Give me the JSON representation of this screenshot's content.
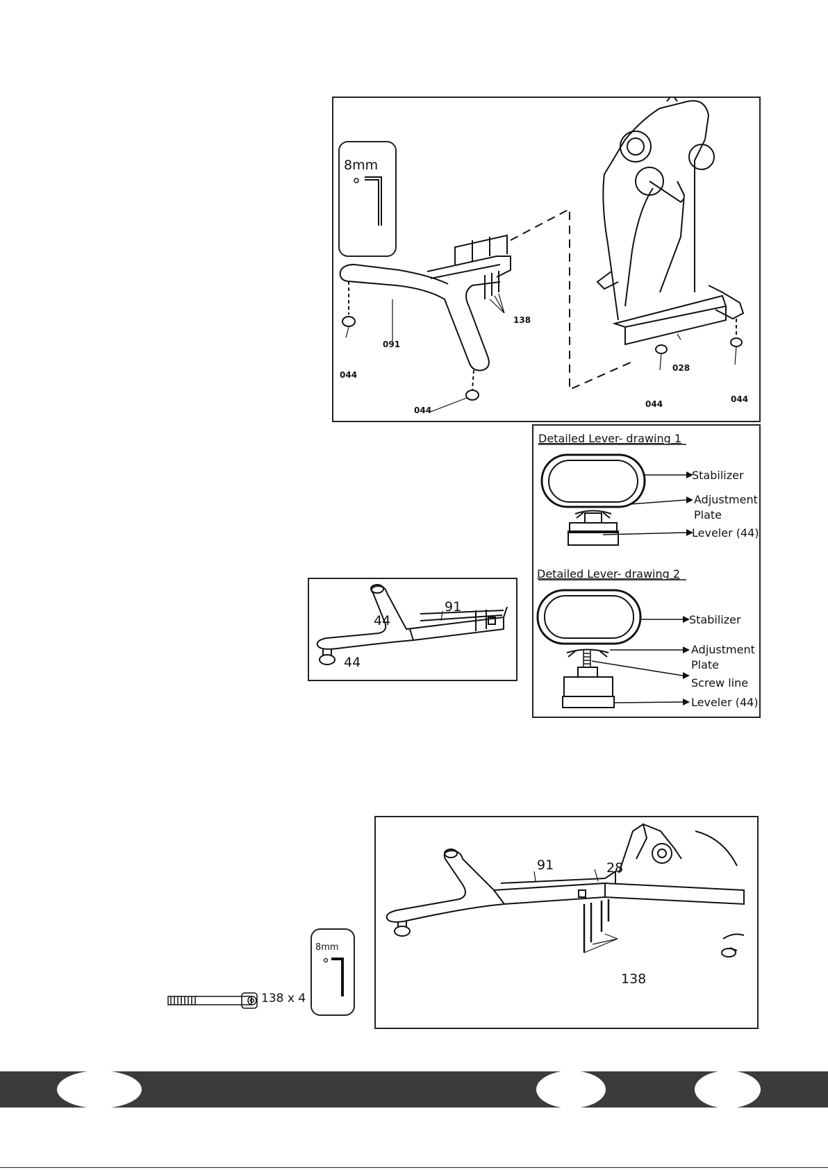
{
  "step1": {
    "tool_size": "8mm",
    "parts": {
      "rear_stabilizer": "091",
      "bolts": "138",
      "frame": "028",
      "leveler_left": "044",
      "leveler_mid": "044",
      "leveler_right_a": "044",
      "leveler_right_b": "044"
    }
  },
  "levers": {
    "drawing1": {
      "title": "Detailed Lever- drawing 1",
      "stabilizer": "Stabilizer",
      "adjustment": "Adjustment",
      "plate": "Plate",
      "leveler": "Leveler (44)"
    },
    "drawing2": {
      "title": "Detailed Lever- drawing 2",
      "stabilizer": "Stabilizer",
      "adjustment": "Adjustment",
      "plate": "Plate",
      "screw_line": "Screw line",
      "leveler": "Leveler (44)"
    }
  },
  "detail_view": {
    "part_91": "91",
    "leveler_top": "44",
    "leveler_bottom": "44"
  },
  "step2": {
    "part_91": "91",
    "part_28": "28",
    "bolts": "138",
    "tool_size": "8mm",
    "hardware_label": "138 x 4"
  }
}
